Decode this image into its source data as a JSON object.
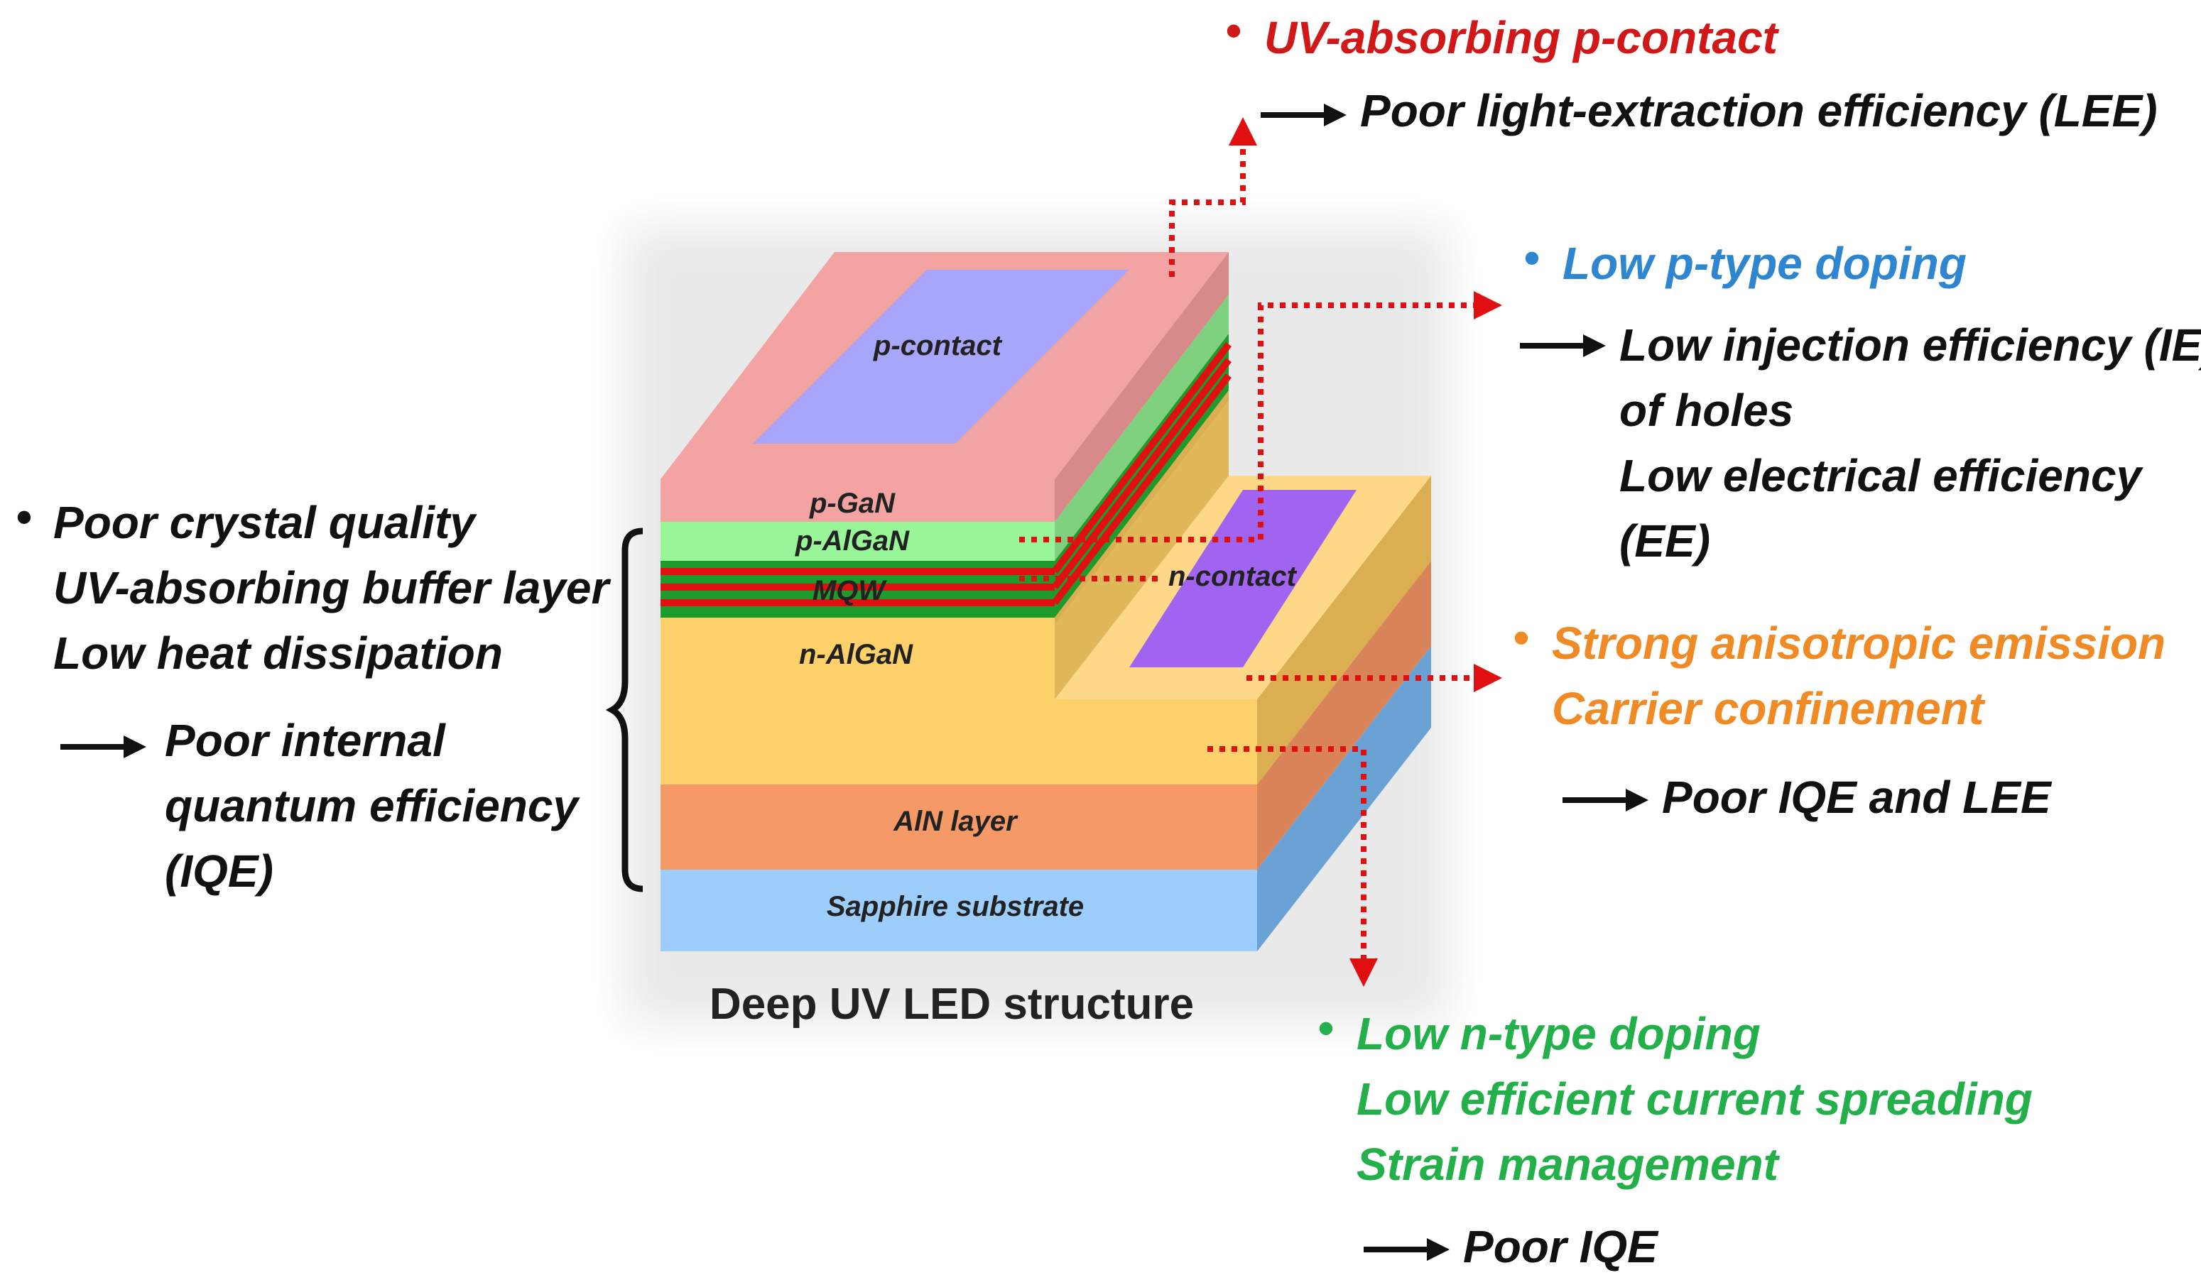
{
  "colors": {
    "red": "#d01818",
    "blue": "#2f86d0",
    "orange": "#f08a24",
    "green": "#23b04a",
    "black": "#111111",
    "p_gan": "#f4a3a3",
    "p_algan": "#98f598",
    "mqw_red": "#e01010",
    "mqw_green": "#1f9a2c",
    "n_algan": "#fdd06a",
    "aln": "#f59a66",
    "sapphire": "#9ccdfb",
    "p_contact": "#a8a6fa",
    "n_contact": "#a064f0"
  },
  "layers": {
    "p_contact": "p-contact",
    "p_gan": "p-GaN",
    "p_algan": "p-AlGaN",
    "mqw": "MQW",
    "n_contact": "n-contact",
    "n_algan": "n-AlGaN",
    "aln": "AlN layer",
    "sapphire": "Sapphire substrate"
  },
  "caption": "Deep UV LED structure",
  "left": {
    "bullet": "•",
    "lines": [
      "Poor crystal quality",
      "UV-absorbing buffer layer",
      "Low heat dissipation"
    ],
    "result": [
      "Poor internal",
      "quantum efficiency",
      "(IQE)"
    ]
  },
  "top_red": {
    "bullet": "•",
    "line": "UV-absorbing p-contact",
    "result": "Poor light-extraction efficiency (LEE)"
  },
  "blue": {
    "bullet": "•",
    "line": "Low p-type doping",
    "result": [
      "Low injection efficiency (IE)",
      "of holes",
      "Low electrical efficiency",
      "(EE)"
    ]
  },
  "orange": {
    "bullet": "•",
    "lines": [
      "Strong anisotropic emission",
      "Carrier confinement"
    ],
    "result": "Poor IQE and LEE"
  },
  "green": {
    "bullet": "•",
    "lines": [
      "Low n-type doping",
      "Low efficient current spreading",
      "Strain management"
    ],
    "result": "Poor IQE"
  }
}
